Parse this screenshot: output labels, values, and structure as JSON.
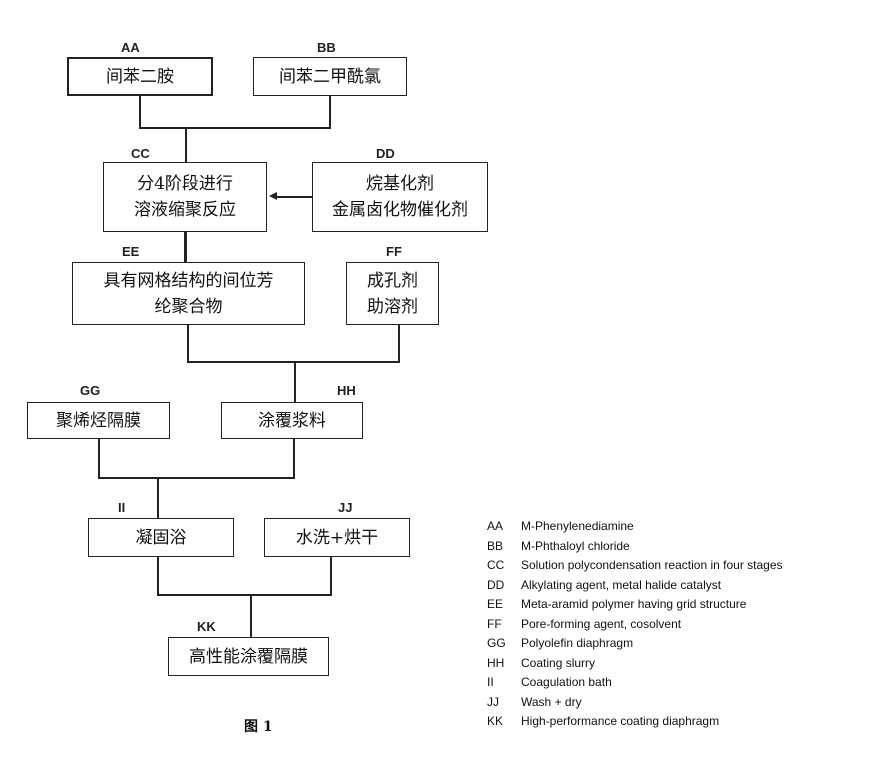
{
  "nodes": {
    "AA": {
      "code": "AA",
      "text": "间苯二胺"
    },
    "BB": {
      "code": "BB",
      "text": "间苯二甲酰氯"
    },
    "CC": {
      "code": "CC",
      "line1": "分4阶段进行",
      "line2": "溶液缩聚反应"
    },
    "DD": {
      "code": "DD",
      "line1": "烷基化剂",
      "line2": "金属卤化物催化剂"
    },
    "EE": {
      "code": "EE",
      "line1": "具有网格结构的间位芳",
      "line2": "纶聚合物"
    },
    "FF": {
      "code": "FF",
      "line1": "成孔剂",
      "line2": "助溶剂"
    },
    "GG": {
      "code": "GG",
      "text": "聚烯烃隔膜"
    },
    "HH": {
      "code": "HH",
      "text": "涂覆浆料"
    },
    "II": {
      "code": "II",
      "text": "凝固浴"
    },
    "JJ": {
      "code": "JJ",
      "text": "水洗+烘干"
    },
    "KK": {
      "code": "KK",
      "text": "高性能涂覆隔膜"
    }
  },
  "legend": [
    {
      "key": "AA",
      "text": "M-Phenylenediamine"
    },
    {
      "key": "BB",
      "text": "M-Phthaloyl chloride"
    },
    {
      "key": "CC",
      "text": "Solution polycondensation reaction in four stages"
    },
    {
      "key": "DD",
      "text": "Alkylating agent, metal halide catalyst"
    },
    {
      "key": "EE",
      "text": "Meta-aramid polymer having grid structure"
    },
    {
      "key": "FF",
      "text": "Pore-forming agent, cosolvent"
    },
    {
      "key": "GG",
      "text": "Polyolefin diaphragm"
    },
    {
      "key": "HH",
      "text": "Coating slurry"
    },
    {
      "key": "II",
      "text": "Coagulation bath"
    },
    {
      "key": "JJ",
      "text": "Wash + dry"
    },
    {
      "key": "KK",
      "text": "High-performance coating diaphragm"
    }
  ],
  "figure_caption": "图 1"
}
